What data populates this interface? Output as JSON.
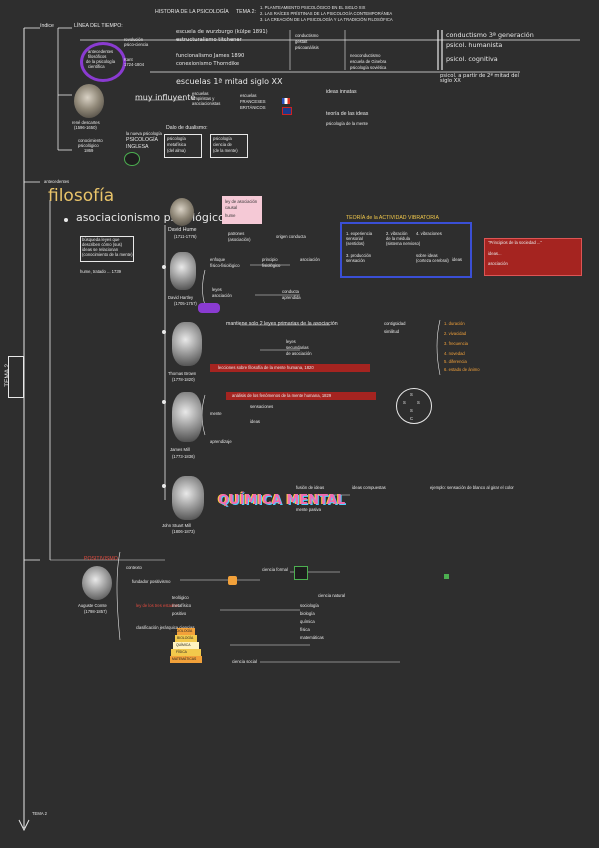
{
  "header": {
    "title": "HISTORIA DE LA PSICOLOGÍA",
    "topic": "TEMA 2:",
    "points": [
      "1. PLANTEAMIENTO PSICOLÓGICO EN EL SIGLO XIX",
      "2. LAS RAÍCES PRÍSTINAS DE LA PSICOLOGÍA CONTEMPORÁNEA",
      "3. LA CREACIÓN DE LA PSICOLOGÍA Y LA TRADICIÓN FILOSÓFICA"
    ]
  },
  "side_label": "TEMA 2",
  "index": {
    "label": "índice",
    "linea_tiempo": "LÍNEA DEL TIEMPO:",
    "antecedentes": [
      "antecedentes",
      "filosóficos",
      "de la psicología",
      "científica"
    ],
    "revolucion": "revolución",
    "revolucion_sub": "psico-ciencia",
    "kant": "Kant",
    "kant_years": "1724-1804",
    "mid_items": [
      "escuela de wurzburgo (külpe 1891)",
      "estructuralismo titchener",
      "funcionalismo James 1890",
      "conexionismo Thorndike"
    ],
    "col3": [
      "conductismo",
      "gestalt",
      "psicoanálisis"
    ],
    "col4": [
      "neoconductismo",
      "escuela de Ginebra",
      "psicología soviética"
    ],
    "right": [
      "conductismo 3ª generación",
      "psicol. humanista",
      "psicol. cognitiva"
    ],
    "right_note": "psicol. a partir de 2ª mitad del siglo XX",
    "escuelas": "escuelas 1ª mitad siglo XX",
    "descartes": "rené descartes",
    "descartes_years": "(1596-1650)",
    "muy_influyente": "muy influyente",
    "escuelas_influ": [
      "escuelas",
      "empiristas y",
      "asociacionistas"
    ],
    "paises": [
      "escuelas",
      "FRANCESES",
      "BRITÁNICOS"
    ],
    "ideas_innatas": "ideas innatas",
    "teoria_ideas": "teoría de las ideas",
    "mente": "psicología de la mente",
    "corr_filosofico": [
      "conocimiento",
      "psicológico",
      "1869"
    ],
    "psicologia_inglesa": [
      "la nueva psicología",
      "PSICOLOGÍA",
      "INGLESA"
    ],
    "dualismo": "Dalo de dualismo:",
    "psicologia_metafisica": [
      "psicología",
      "metafísica",
      "(del alma)"
    ],
    "psicologia_ciencia": [
      "psicología",
      "ciencia de",
      "(de la mente)"
    ]
  },
  "filosofia": {
    "small": "antecedentes",
    "title": "filosofía",
    "asociacionismo": "asociacionismo psicológico",
    "definicion": [
      "búsqueda leyes que",
      "describen cómo (sus)",
      "ideas se relacionan",
      "(conocimiento de la mente)"
    ],
    "obra": "hume, tratado ... 1739",
    "hume": "David Hume",
    "hume_years": "(1711-1776)",
    "hume_note": [
      "ley de asociación",
      "causal",
      "hume"
    ],
    "hume_path": [
      "patrones",
      "(asociación)",
      "origen conducta"
    ],
    "hartley": "David Hartley",
    "hartley_years": "(1705-1757)",
    "hartley_items": [
      "enfoque",
      "físico-fisiológico",
      "principio",
      "fisiológico",
      "asociación"
    ],
    "hartley_path": [
      "leyes",
      "asociación",
      "conducta",
      "aprendida"
    ],
    "brown": "Thomas Brown",
    "brown_years": "(1778-1820)",
    "brown_items": [
      "mantiene solo 2 leyes primarias de la asociación",
      "contigüidad",
      "similitud",
      "leyes",
      "secundarias",
      "de asociación"
    ],
    "brown_band": "lecciones sobre filosofía de la mente humana, 1820",
    "brown_list": [
      "1. duración",
      "2. vivacidad",
      "3. frecuencia",
      "4. novedad",
      "5. diferencia",
      "6. estado de ánimo"
    ],
    "teoria_title": "TEORÍA de la ACTIVIDAD VIBRATORIA",
    "teoria_cells": [
      "1. experiencia",
      "sensorial",
      "(sentidos)",
      "2. vibración",
      "de la médula",
      "(sistema nervioso)",
      "3. producción",
      "sensación",
      "4. vibraciones",
      "sobre ideas",
      "(corteza cerebral)",
      "ideas"
    ],
    "redbox": [
      "\"Principios de la sociedad ...\"",
      "ideas...",
      "asociación"
    ],
    "mill": "James Mill",
    "mill_years": "(1773-1836)",
    "mill_band": "análisis de los fenómenos de la mente humana, 1829",
    "mill_items": [
      "mente",
      "sensaciones",
      "ideas",
      "aprendizaje"
    ],
    "stuart": "John Stuart Mill",
    "stuart_years": "(1806-1873)",
    "quimica": "QUÍMICA MENTAL",
    "stuart_items": [
      "fusión de ideas",
      "ideas compuestas",
      "mente pasiva",
      "ejemplo: sensación de blanco al girar el color"
    ],
    "letters": [
      "S",
      "S",
      "S",
      "S",
      "C"
    ]
  },
  "positivismo": {
    "title": "POSITIVISMO",
    "comte": "Auguste Comte",
    "comte_years": "(1798-1857)",
    "items": [
      "contexto",
      "fundador positivismo",
      "ley de los tres estadios",
      "clasificación jerárquica ciencias",
      "ciencia formal",
      "ciencia natural",
      "ciencia social",
      "sociología",
      "biología",
      "química",
      "física",
      "matemáticas"
    ],
    "pyramid": [
      "SOCIOLOGÍA",
      "BIOLOGÍA",
      "QUÍMICA",
      "FÍSICA",
      "MATEMÁTICAS"
    ],
    "estadios": [
      "teológico",
      "metafísico",
      "positivo"
    ]
  },
  "footer": "TEMA 2",
  "colors": {
    "bg": "#2e2e2e",
    "ink": "#e8e8e8",
    "accent_purple": "#8a3bd1",
    "accent_red": "#a52420",
    "accent_yellow": "#f2c94c",
    "accent_blue": "#3a4fd6"
  }
}
